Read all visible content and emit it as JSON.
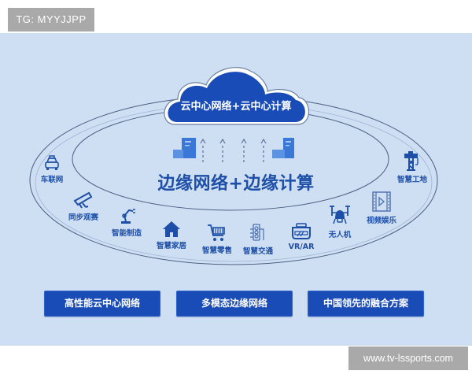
{
  "watermarks": {
    "top": "TG: MYYJJPP",
    "bottom": "www.tv-lssports.com"
  },
  "colors": {
    "background_panel": "#cfdff3",
    "primary_blue": "#1a4cb8",
    "text_blue": "#1d4fa8",
    "watermark_gray": "#a9a9a9"
  },
  "cloud": {
    "label": "云中心网络+云中心计算",
    "icon": "cloud-icon"
  },
  "edge": {
    "title": "边缘网络+边缘计算",
    "servers": [
      "server-icon",
      "server-icon"
    ],
    "arrows_count": 4
  },
  "nodes": [
    {
      "label": "车联网",
      "icon": "car-icon"
    },
    {
      "label": "同步观赛",
      "icon": "camera-icon"
    },
    {
      "label": "智能制造",
      "icon": "robot-arm-icon"
    },
    {
      "label": "智慧家居",
      "icon": "home-icon"
    },
    {
      "label": "智慧零售",
      "icon": "shopping-cart-icon"
    },
    {
      "label": "智慧交通",
      "icon": "traffic-light-icon"
    },
    {
      "label": "VR/AR",
      "icon": "vr-headset-icon"
    },
    {
      "label": "无人机",
      "icon": "drone-icon"
    },
    {
      "label": "视频娱乐",
      "icon": "video-play-icon"
    },
    {
      "label": "智慧工地",
      "icon": "crane-icon"
    }
  ],
  "buttons": [
    {
      "label": "高性能云中心网络"
    },
    {
      "label": "多模态边缘网络"
    },
    {
      "label": "中国领先的融合方案"
    }
  ]
}
